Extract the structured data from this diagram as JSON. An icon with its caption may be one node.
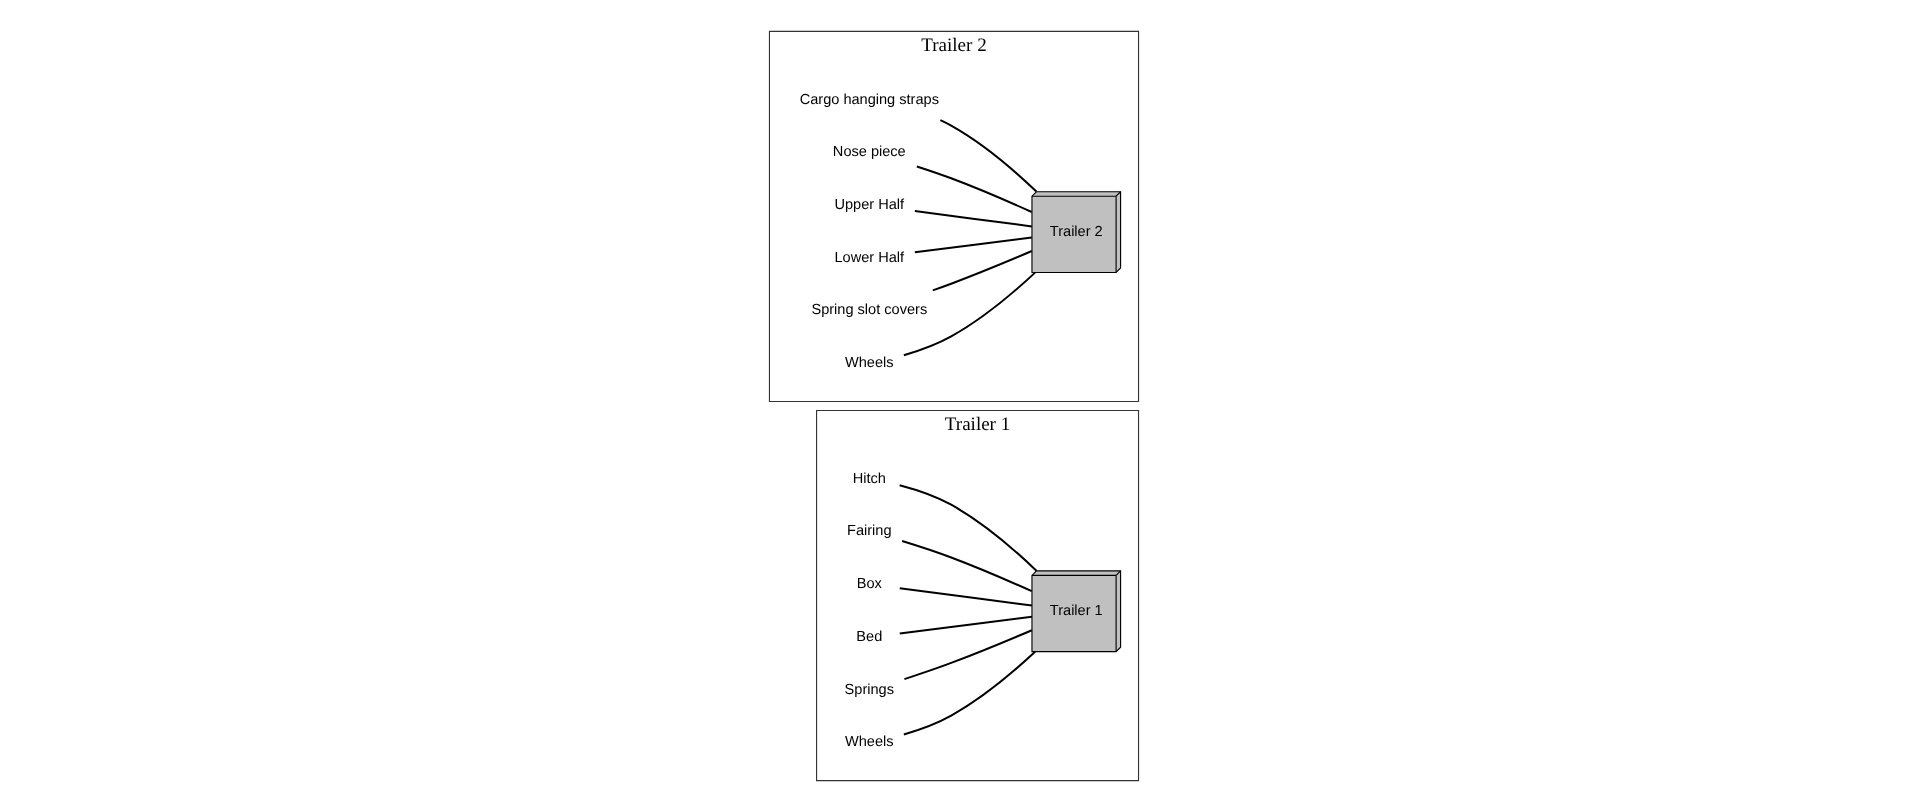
{
  "diagram": {
    "nodes": [
      {
        "text": [
          "Trailer 1"
        ]
      },
      {
        "text": [
          "Hitch"
        ],
        "in": 0
      },
      {
        "text": [
          "Fairing"
        ],
        "in": 0
      },
      {
        "text": [
          "Box"
        ],
        "in": 0
      },
      {
        "text": [
          "Bed"
        ],
        "in": 0
      },
      {
        "text": [
          "Springs"
        ],
        "in": 0
      },
      {
        "text": [
          "Wheels"
        ],
        "in": 0
      },
      {
        "text": [
          "Trailer 1"
        ],
        "in": 0
      },
      {
        "text": [
          "Trailer 2"
        ]
      },
      {
        "text": [
          "Cargo hanging straps"
        ],
        "in": 8
      },
      {
        "text": [
          "Nose piece"
        ],
        "in": 8
      },
      {
        "text": [
          "Upper Half"
        ],
        "in": 8
      },
      {
        "text": [
          "Lower Half"
        ],
        "in": 8
      },
      {
        "text": [
          "Spring slot covers"
        ],
        "in": 8
      },
      {
        "text": [
          "Wheels"
        ],
        "in": 8
      },
      {
        "text": [
          "Trailer 2"
        ],
        "in": 8
      }
    ],
    "edges": [
      {
        "from": 1,
        "to": 7,
        "arrow": "none"
      },
      {
        "from": 2,
        "to": 7,
        "arrow": "none"
      },
      {
        "from": 3,
        "to": 7,
        "arrow": "none"
      },
      {
        "from": 4,
        "to": 7,
        "arrow": "none"
      },
      {
        "from": 5,
        "to": 7,
        "arrow": "none"
      },
      {
        "from": 6,
        "to": 7,
        "arrow": "none"
      },
      {
        "from": 9,
        "to": 15,
        "arrow": "none"
      },
      {
        "from": 10,
        "to": 15,
        "arrow": "none"
      },
      {
        "from": 11,
        "to": 15,
        "arrow": "none"
      },
      {
        "from": 12,
        "to": 15,
        "arrow": "none"
      },
      {
        "from": 13,
        "to": 15,
        "arrow": "none"
      },
      {
        "from": 14,
        "to": 15,
        "arrow": "none"
      }
    ]
  }
}
